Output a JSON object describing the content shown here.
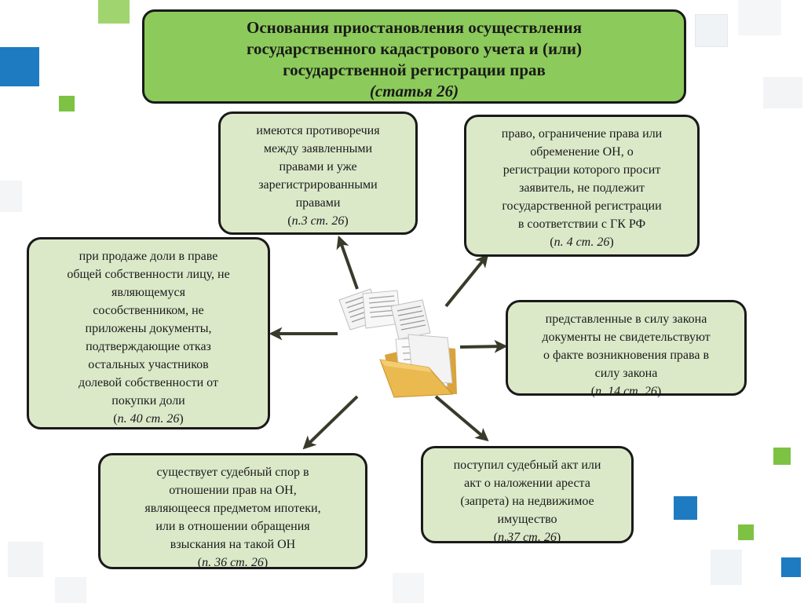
{
  "colors": {
    "title_fill": "#8ccb5b",
    "node_fill": "#dce9c9",
    "border": "#1a1a1a",
    "arrow": "#3a3a2a",
    "accent_green": "#7dc242",
    "accent_blue": "#1f7bc1"
  },
  "title": {
    "line1": "Основания приостановления осуществления",
    "line2": "государственного кадастрового учета и (или)",
    "line3": "государственной регистрации прав",
    "ref": "(статья 26)"
  },
  "nodes": {
    "n3": {
      "lines": [
        "имеются противоречия",
        "между заявленными",
        "правами и уже",
        "зарегистрированными",
        "правами"
      ],
      "ref_open": "(",
      "ref": "п.3 ст. 26",
      "ref_close": ")"
    },
    "n4": {
      "lines": [
        "право, ограничение права или",
        "обременение ОН, о",
        "регистрации которого просит",
        "заявитель, не подлежит",
        "государственной регистрации",
        "в соответствии с ГК РФ"
      ],
      "ref_open": "(",
      "ref": "п. 4 ст. 26",
      "ref_close": ")"
    },
    "n40": {
      "lines": [
        "при продаже доли в праве",
        "общей собственности лицу, не",
        "являющемуся",
        "сособственником, не",
        "приложены документы,",
        "подтверждающие отказ",
        "остальных участников",
        "долевой собственности от",
        "покупки доли"
      ],
      "ref_open": "(",
      "ref": "п. 40 ст. 26",
      "ref_close": ")"
    },
    "n14": {
      "lines": [
        "представленные в силу закона",
        "документы не свидетельствуют",
        "о факте возникновения права в",
        "силу закона"
      ],
      "ref_open": "(",
      "ref": "п. 14 ст. 26",
      "ref_close": ")"
    },
    "n36": {
      "lines": [
        "существует судебный спор в",
        "отношении прав на ОН,",
        "являющееся предметом ипотеки,",
        "или в отношении обращения",
        "взыскания на такой ОН"
      ],
      "ref_open": "(",
      "ref": "п. 36 ст. 26",
      "ref_close": ")"
    },
    "n37": {
      "lines": [
        "поступил судебный акт или",
        "акт о наложении ареста",
        "(запрета) на недвижимое",
        "имущество"
      ],
      "ref_open": "(",
      "ref": "п.37 ст. 26",
      "ref_close": ")"
    }
  },
  "icons": {
    "center": "folder-documents-icon"
  }
}
